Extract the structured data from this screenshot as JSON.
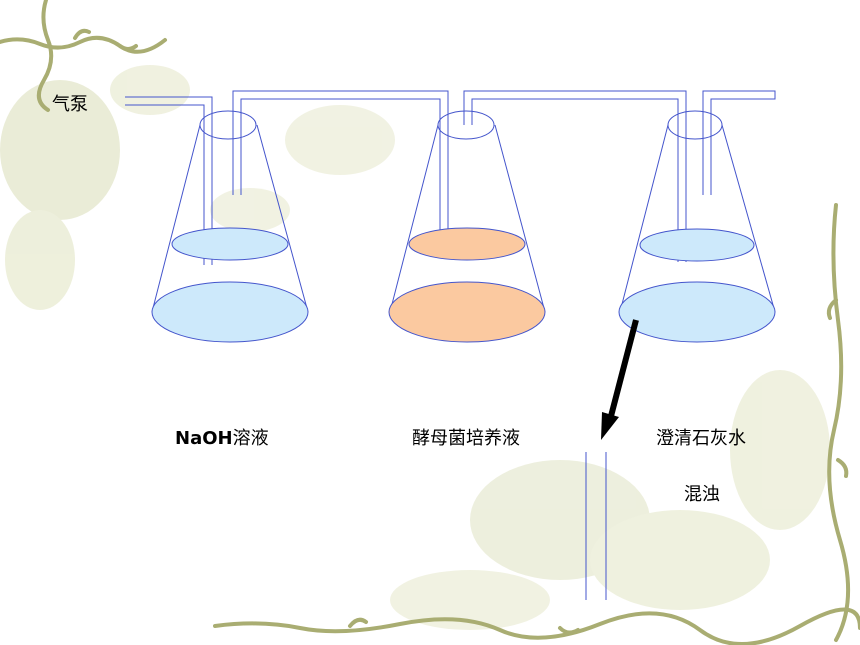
{
  "labels": {
    "pump": "气泵",
    "naoh_prefix": "NaOH",
    "naoh_suffix": "溶液",
    "yeast": "酵母菌培养液",
    "limewater": "澄清石灰水",
    "turbid": "混浊"
  },
  "colors": {
    "line": "#4455cc",
    "naoh_liquid": "#cde9fb",
    "yeast_liquid": "#fbc9a0",
    "lime_liquid": "#cde9fb",
    "decor": "#cdd3a4",
    "vine": "#a9ad72",
    "arrow": "#000000"
  }
}
